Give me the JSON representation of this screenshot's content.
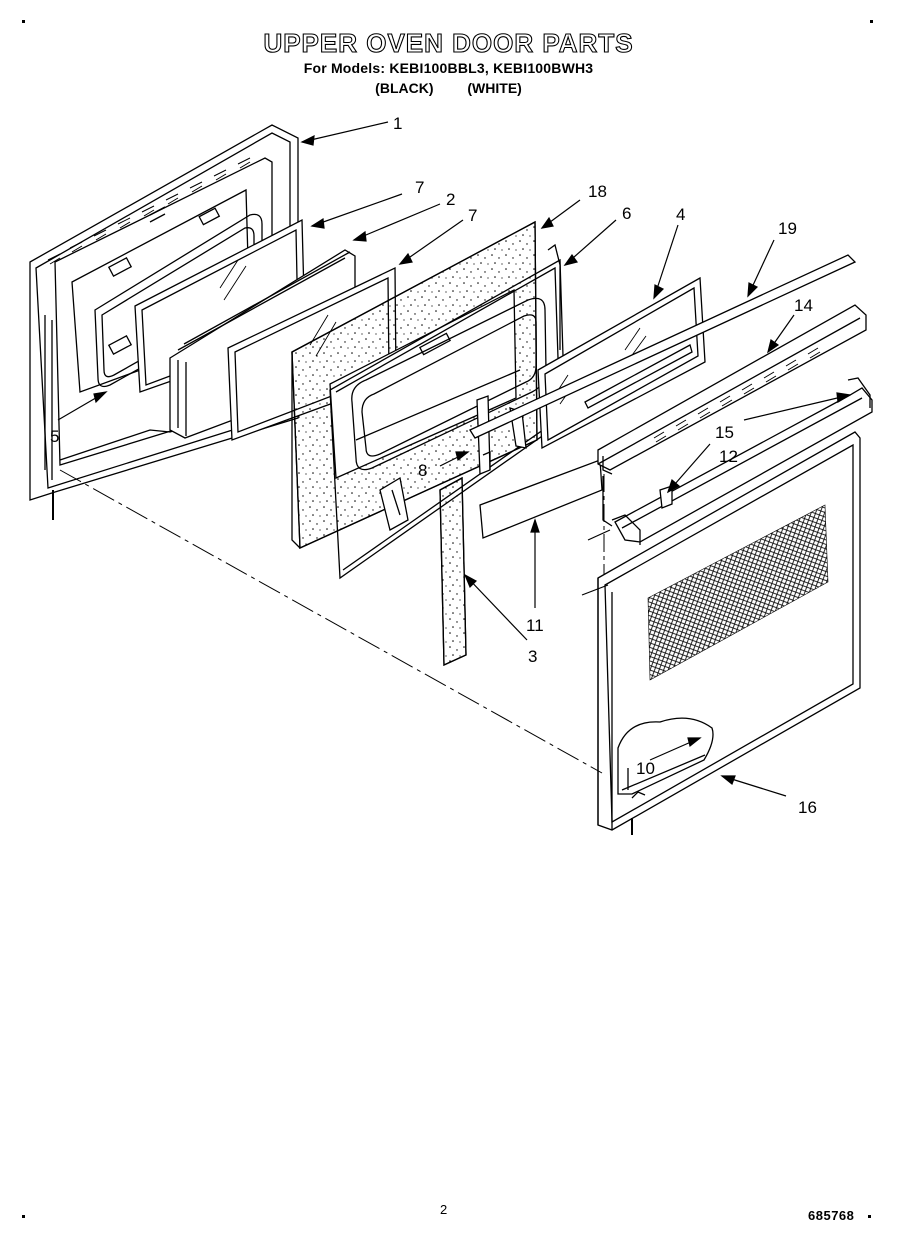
{
  "header": {
    "title": "UPPER OVEN DOOR PARTS",
    "models_line": "For Models: KEBI100BBL3, KEBI100BWH3",
    "color_black": "(BLACK)",
    "color_white": "(WHITE)"
  },
  "callouts": [
    "1",
    "7",
    "2",
    "7",
    "18",
    "6",
    "4",
    "19",
    "14",
    "5",
    "15",
    "12",
    "8",
    "11",
    "3",
    "10",
    "16"
  ],
  "footer": {
    "page_number": "2",
    "document_number": "685768"
  }
}
